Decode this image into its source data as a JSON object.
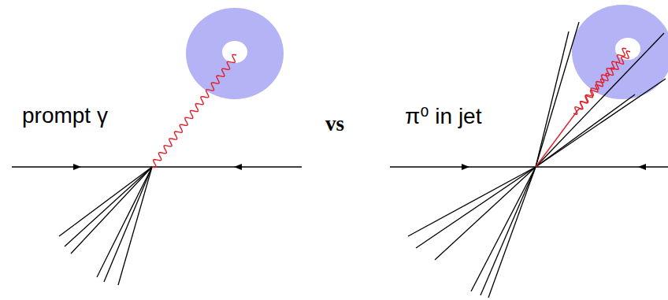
{
  "diagram": {
    "labels": [
      "prompt γ",
      "vs",
      "π⁰ in jet"
    ]
  }
}
